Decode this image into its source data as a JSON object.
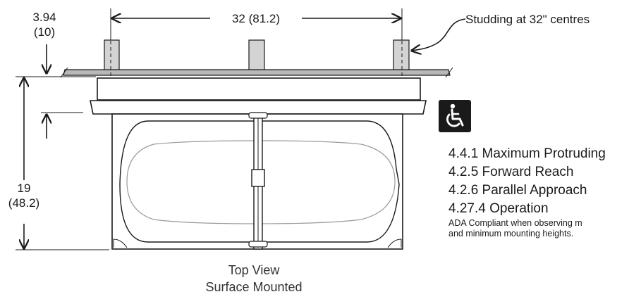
{
  "dimensions": {
    "top_offset": "3.94",
    "top_offset_metric": "(10)",
    "width": "32 (81.2)",
    "height": "19",
    "height_metric": "(48.2)"
  },
  "studding_label": "Studding at 32\" centres",
  "ada": {
    "icon": "wheelchair-accessibility-icon",
    "items": [
      "4.4.1 Maximum Protruding",
      "4.2.5 Forward Reach",
      "4.2.6 Parallel Approach",
      "4.27.4 Operation"
    ],
    "note_line1": "ADA Compliant when observing m",
    "note_line2": "and minimum mounting heights."
  },
  "caption": {
    "line1": "Top View",
    "line2": "Surface Mounted"
  }
}
